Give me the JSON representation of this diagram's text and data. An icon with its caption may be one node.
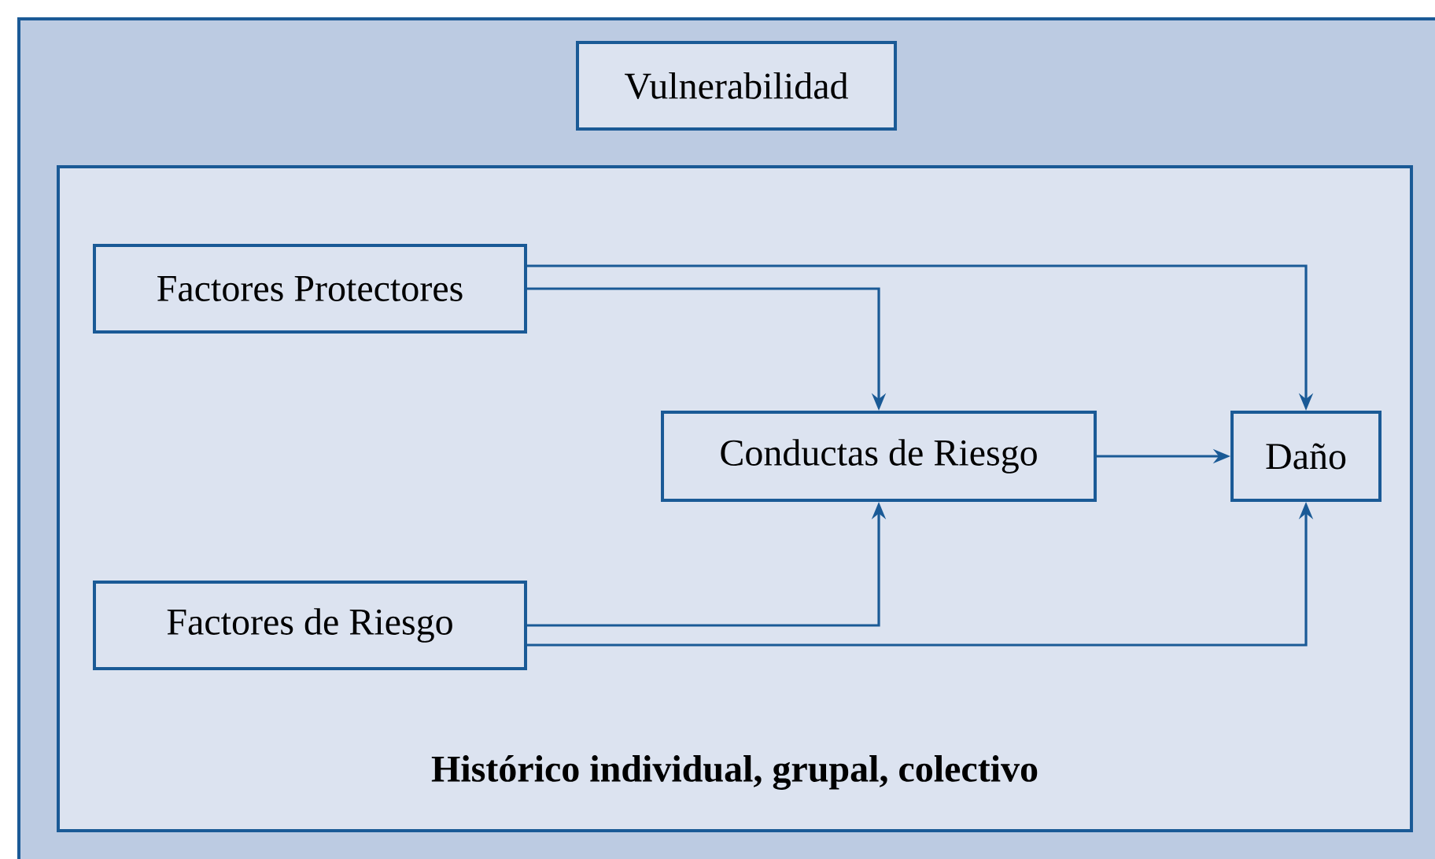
{
  "diagram": {
    "nodes": [
      {
        "text": [
          "Vulnerabilidad"
        ]
      },
      {
        "text": [
          "Histórico individual, grupal, colectivo"
        ]
      },
      {
        "text": [
          "Factores Protectores"
        ],
        "in": 1
      },
      {
        "text": [
          "Conductas de Riesgo"
        ],
        "in": 1
      },
      {
        "text": [
          "Daño"
        ],
        "in": 1
      },
      {
        "text": [
          "Factores de Riesgo"
        ],
        "in": 1
      }
    ],
    "edges": [
      {
        "from": 2,
        "to": 3,
        "arrow": "to"
      },
      {
        "from": 2,
        "to": 4,
        "arrow": "to"
      },
      {
        "from": 3,
        "to": 4,
        "arrow": "to"
      },
      {
        "from": 5,
        "to": 3,
        "arrow": "to"
      },
      {
        "from": 5,
        "to": 4,
        "arrow": "to"
      }
    ]
  }
}
